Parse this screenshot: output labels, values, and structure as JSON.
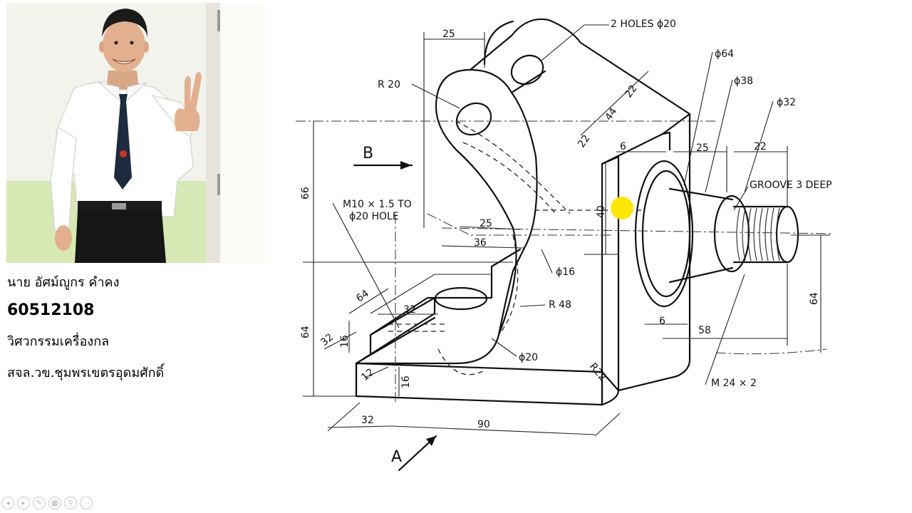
{
  "presenter": {
    "name": "นาย อัศม์ญูกร คำคง",
    "student_id": "60512108",
    "department": "วิศวกรรมเครื่องกล",
    "college": "สจล.วข.ชุมพรเขตรอุดมศักดิ์"
  },
  "drawing": {
    "view_labels": {
      "front": "A",
      "side": "B"
    },
    "callouts": {
      "holes": "2 HOLES ϕ20",
      "phi64": "ϕ64",
      "phi38": "ϕ38",
      "phi32": "ϕ32",
      "groove": "GROOVE 3 DEEP",
      "tapped_hole_line1": "M10 × 1.5 TO",
      "tapped_hole_line2": "ϕ20 HOLE",
      "phi16": "ϕ16",
      "r48": "R 48",
      "phi20": "ϕ20",
      "r22": "R22",
      "thread": "M 24 × 2",
      "r20": "R 20"
    },
    "dimensions": {
      "d_25_top": "25",
      "d_44": "44",
      "d_22_a": "22",
      "d_22_b": "22",
      "d_6_top": "6",
      "d_25_right": "25",
      "d_22_right": "22",
      "d_66": "66",
      "d_40": "40",
      "d_25_mid": "25",
      "d_36": "36",
      "d_64_left": "64",
      "d_32_mid": "32",
      "d_64_vert": "64",
      "d_32_left": "32",
      "d_16_a": "16",
      "d_12": "12",
      "d_16_b": "16",
      "d_6_bottom": "6",
      "d_58": "58",
      "d_32_bottom": "32",
      "d_90": "90",
      "d_64_right": "64"
    }
  },
  "toolbar": {
    "buttons": [
      {
        "name": "previous-slide",
        "glyph": "◂"
      },
      {
        "name": "next-slide",
        "glyph": "▸"
      },
      {
        "name": "pen-tool",
        "glyph": "✎"
      },
      {
        "name": "see-all-slides",
        "glyph": "▦"
      },
      {
        "name": "zoom",
        "glyph": "⚲"
      },
      {
        "name": "more-options",
        "glyph": "⋯"
      }
    ]
  },
  "colors": {
    "pointer_highlight": "#ffe600",
    "wall": "#f3f3ee",
    "skin": "#e2b08f"
  }
}
